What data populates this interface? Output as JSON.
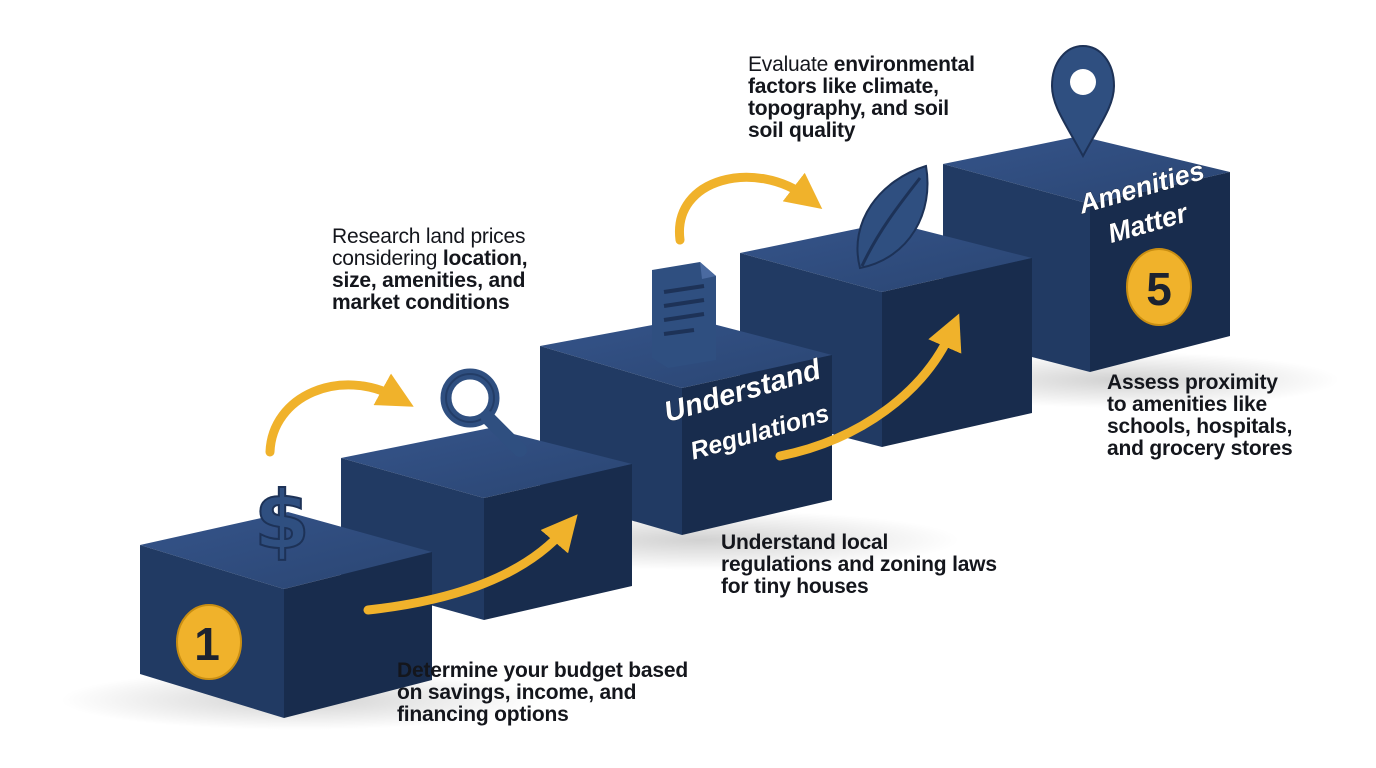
{
  "steps": [
    {
      "badge": "1",
      "icon": "dollar-icon",
      "caption_lines": [
        [
          {
            "t": "Determine your budget based",
            "b": true
          }
        ],
        [
          {
            "t": "on savings, income, and",
            "b": true
          }
        ],
        [
          {
            "t": "financing options",
            "b": true
          }
        ]
      ]
    },
    {
      "icon": "magnifier-icon",
      "caption_lines": [
        [
          {
            "t": "Research land prices",
            "b": false
          }
        ],
        [
          {
            "t": "considering ",
            "b": false
          },
          {
            "t": "location,",
            "b": true
          }
        ],
        [
          {
            "t": "size, amenities, and",
            "b": true
          }
        ],
        [
          {
            "t": "market conditions",
            "b": true
          }
        ]
      ]
    },
    {
      "icon": "document-icon",
      "title_lines": [
        "Understand",
        "Regulations"
      ],
      "caption_lines": [
        [
          {
            "t": "Understand local",
            "b": true
          }
        ],
        [
          {
            "t": "regulations and zoning laws",
            "b": true
          }
        ],
        [
          {
            "t": "for tiny houses",
            "b": true
          }
        ]
      ]
    },
    {
      "icon": "leaf-icon",
      "caption_lines": [
        [
          {
            "t": "Evaluate ",
            "b": false
          },
          {
            "t": "environmental",
            "b": true
          }
        ],
        [
          {
            "t": "factors like climate,",
            "b": true
          }
        ],
        [
          {
            "t": "topography, and soil",
            "b": true
          }
        ],
        [
          {
            "t": "soil quality",
            "b": true
          }
        ]
      ]
    },
    {
      "badge": "5",
      "icon": "location-pin-icon",
      "title_lines": [
        "Amenities",
        "Matter"
      ],
      "caption_lines": [
        [
          {
            "t": "Assess proximity",
            "b": true
          }
        ],
        [
          {
            "t": "to amenities like",
            "b": true
          }
        ],
        [
          {
            "t": "schools, hospitals,",
            "b": true
          }
        ],
        [
          {
            "t": "and grocery stores",
            "b": true
          }
        ]
      ]
    }
  ],
  "colors": {
    "box_top": "#2e4a78",
    "box_left": "#213a63",
    "box_right": "#182c4d",
    "icon": "#2f4f80",
    "arrow": "#f0b22b",
    "badge": "#f0b22b",
    "text": "#14161c"
  }
}
